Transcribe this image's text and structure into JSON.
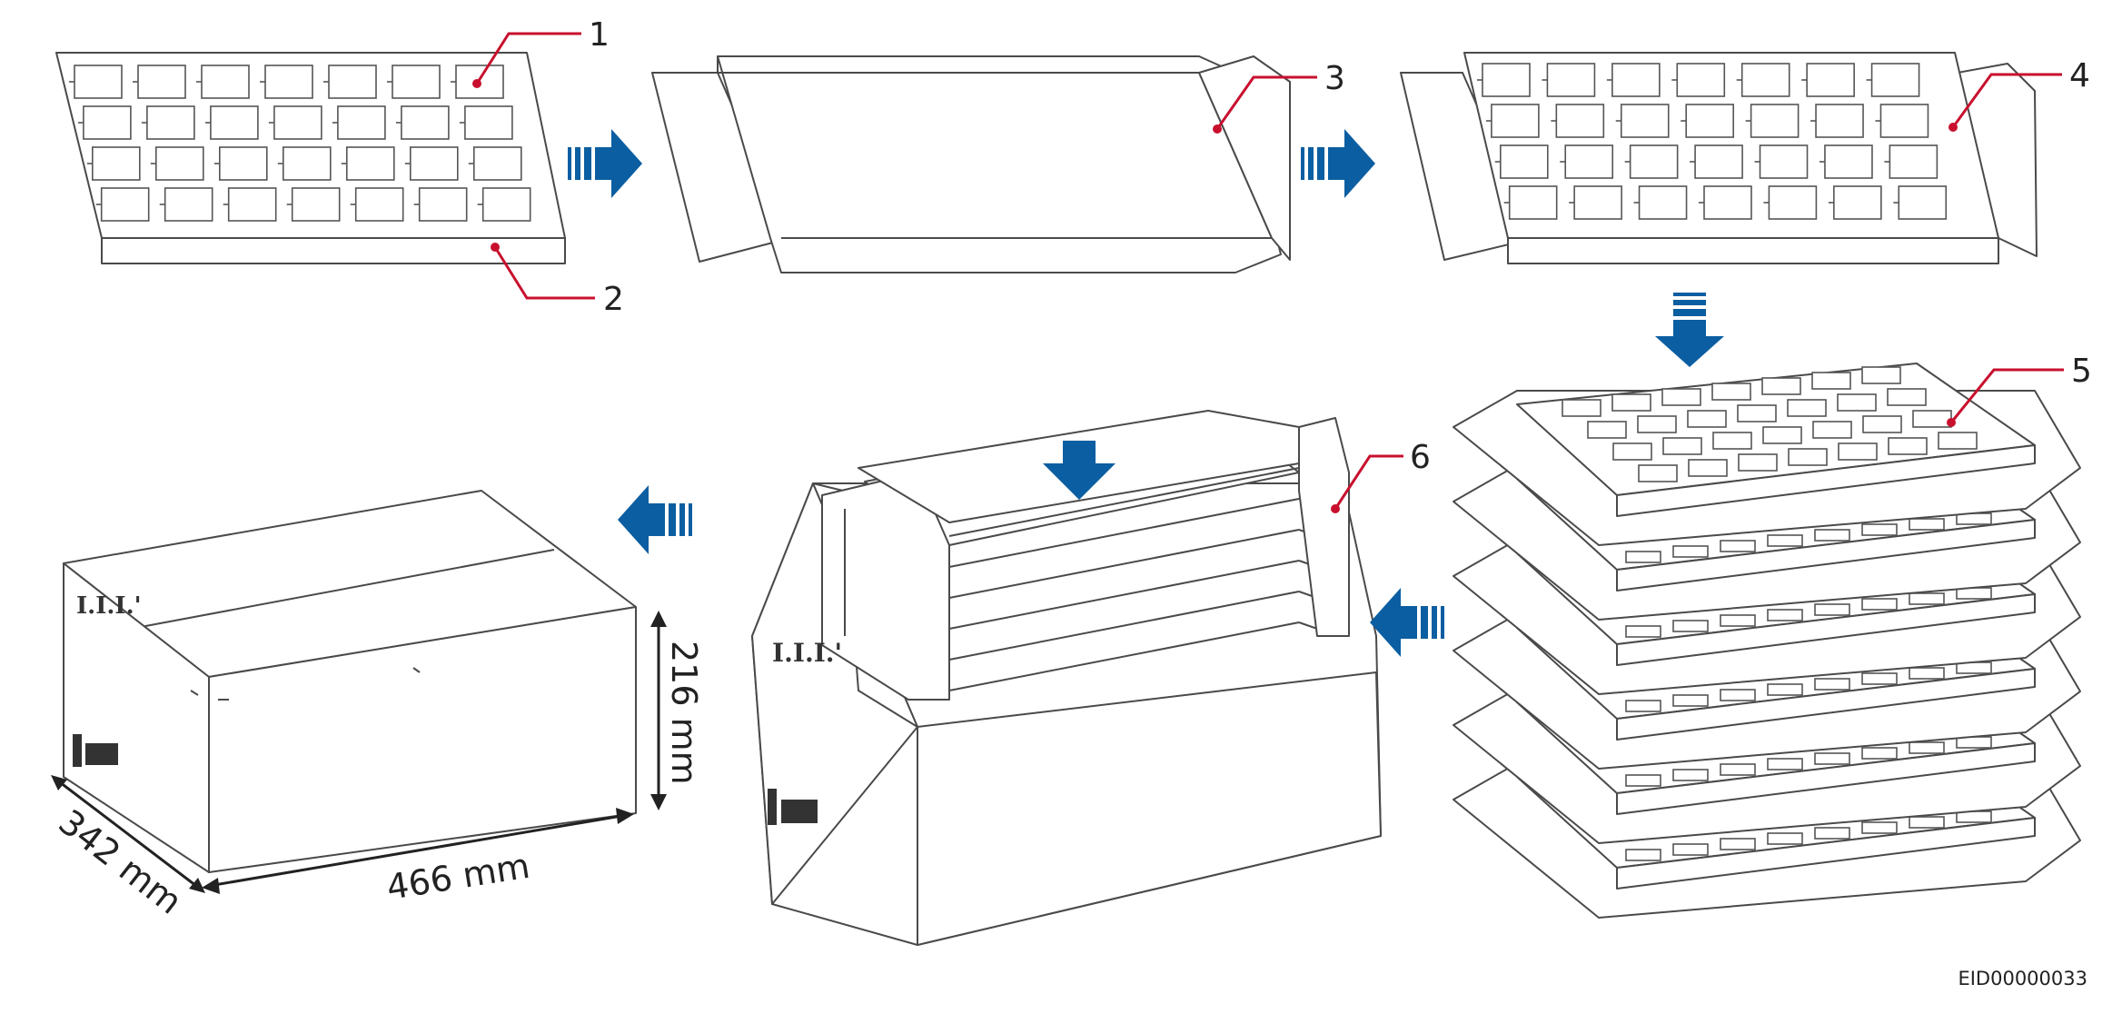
{
  "callouts": {
    "c1": "1",
    "c2": "2",
    "c3": "3",
    "c4": "4",
    "c5": "5",
    "c6": "6"
  },
  "dimensions": {
    "height": "216 mm",
    "width": "466 mm",
    "depth": "342 mm"
  },
  "figure_id": "EID00000033",
  "colors": {
    "arrow": "#0b5ea1",
    "callout": "#c8102e",
    "line": "#4a4a4a"
  }
}
